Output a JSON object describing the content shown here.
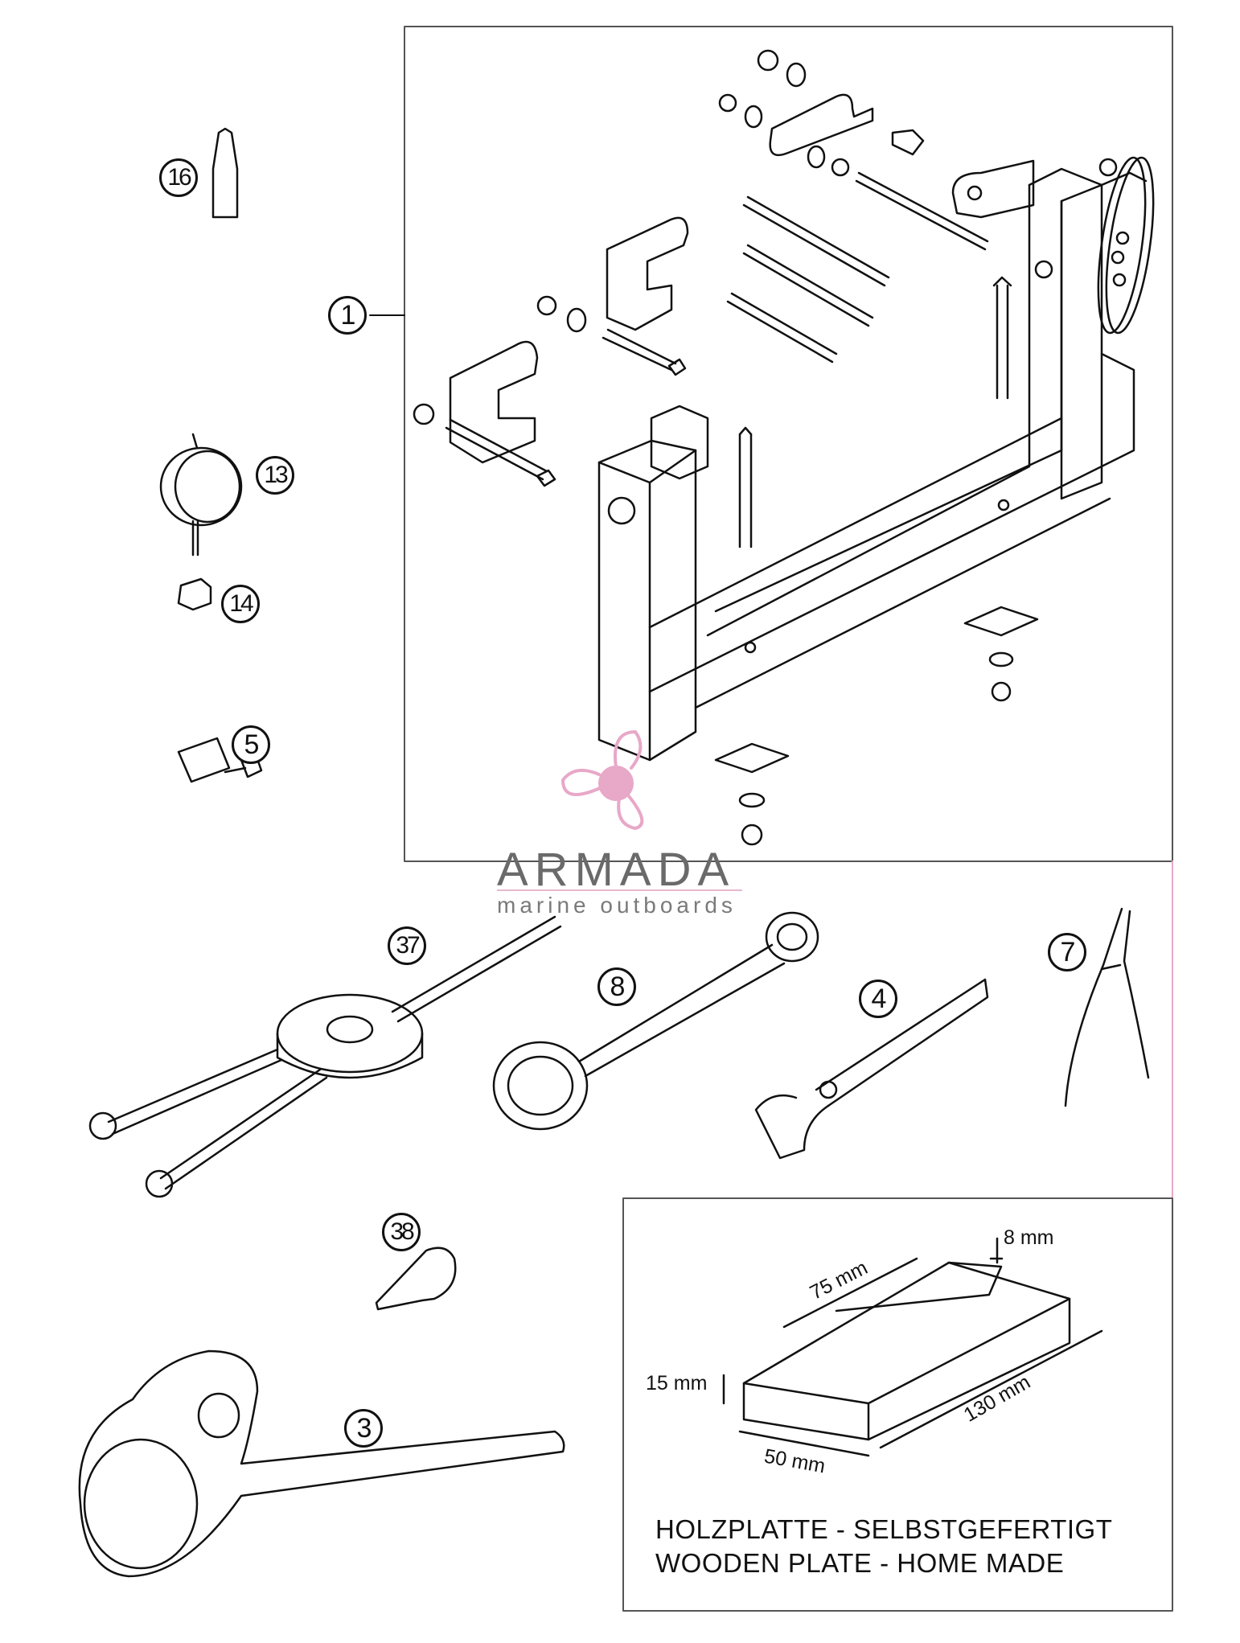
{
  "callouts": {
    "c1": "1",
    "c3": "3",
    "c4": "4",
    "c5": "5",
    "c7": "7",
    "c8": "8",
    "c13": "13",
    "c14": "14",
    "c16": "16",
    "c37": "37",
    "c38": "38"
  },
  "watermark": {
    "name": "ARMADA",
    "tagline": "marine outboards",
    "color": "#e8a8c8"
  },
  "wooden_plate": {
    "dim_length": "130 mm",
    "dim_width": "50 mm",
    "dim_height": "15 mm",
    "dim_slot_length": "75 mm",
    "dim_slot_width": "8 mm",
    "caption_de": "HOLZPLATTE - SELBSTGEFERTIGT",
    "caption_en": "WOODEN PLATE - HOME MADE"
  },
  "colors": {
    "line": "#111111",
    "frame": "#555555",
    "divider": "#e8a8c8"
  }
}
